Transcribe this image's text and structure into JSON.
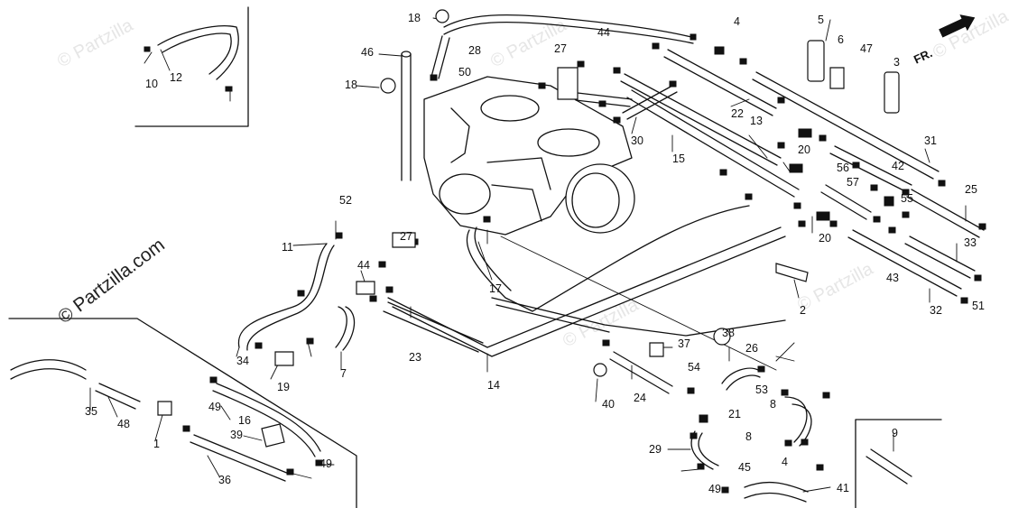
{
  "watermark": "© Partzilla",
  "credit": "© Partzilla.com",
  "front_indicator": "FR.",
  "callouts": [
    "1",
    "2",
    "3",
    "4",
    "4",
    "5",
    "6",
    "7",
    "8",
    "8",
    "9",
    "10",
    "11",
    "12",
    "13",
    "14",
    "15",
    "16",
    "17",
    "18",
    "18",
    "19",
    "20",
    "20",
    "21",
    "22",
    "23",
    "24",
    "25",
    "26",
    "27",
    "27",
    "28",
    "29",
    "30",
    "31",
    "32",
    "33",
    "34",
    "35",
    "36",
    "37",
    "38",
    "39",
    "40",
    "41",
    "42",
    "43",
    "44",
    "44",
    "45",
    "46",
    "47",
    "48",
    "49",
    "49",
    "49",
    "50",
    "51",
    "52",
    "53",
    "54",
    "55",
    "56",
    "57"
  ]
}
